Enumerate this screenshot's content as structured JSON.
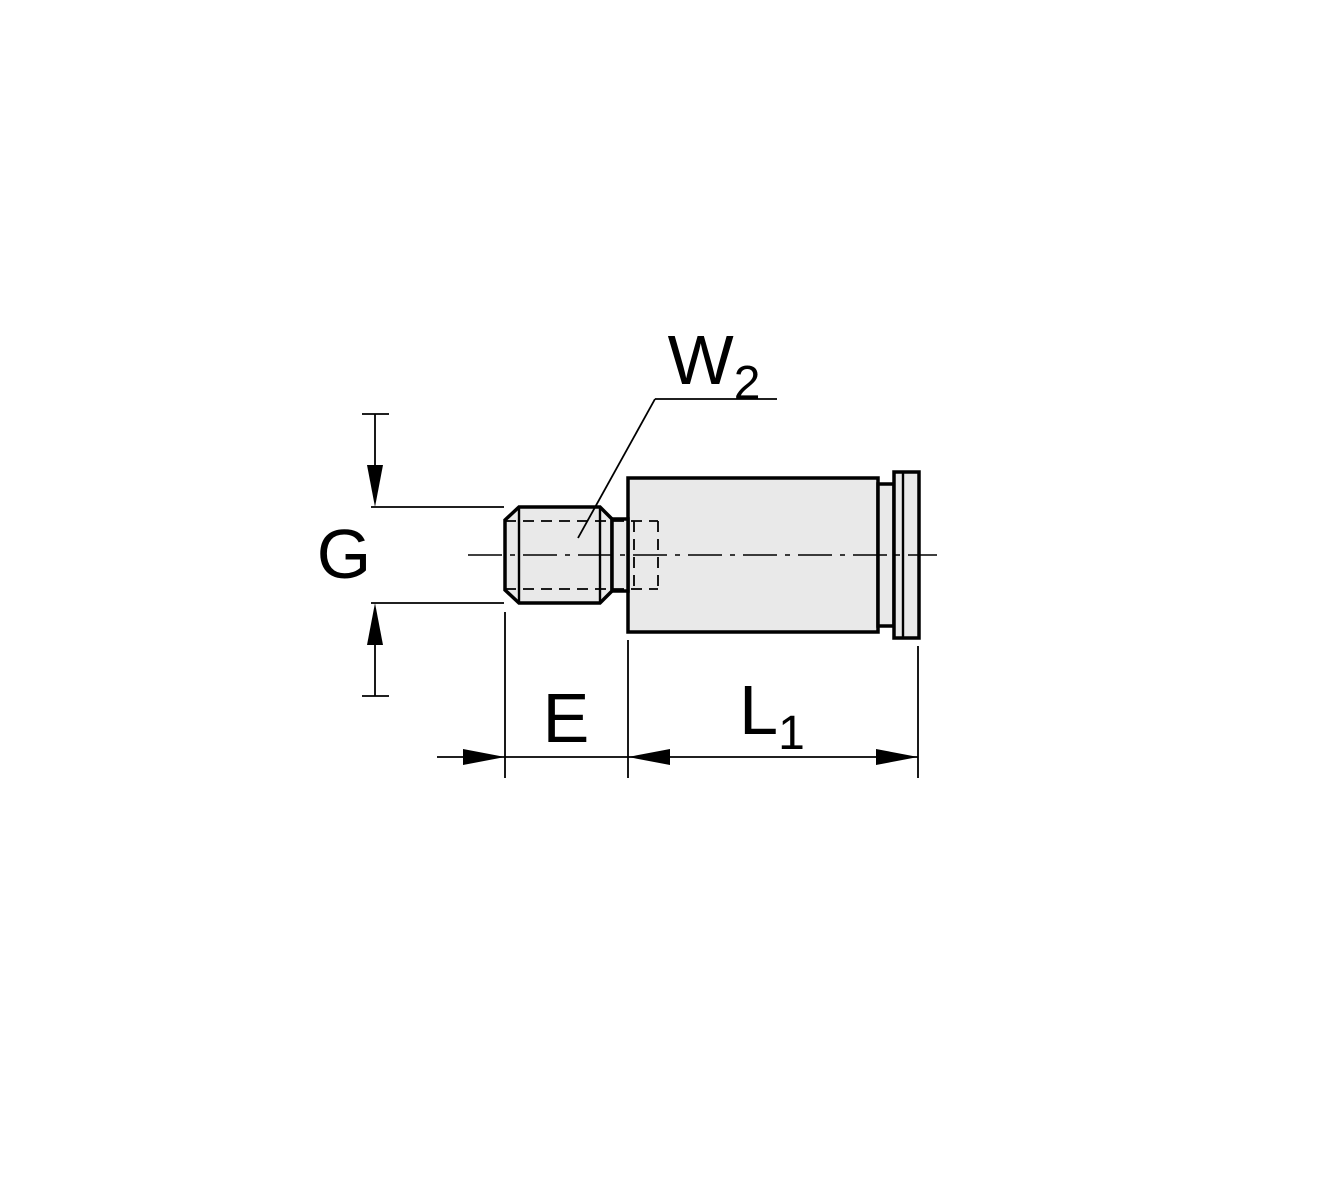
{
  "drawing": {
    "colors": {
      "line": "#000000",
      "metal_fill": "#e9e9e9",
      "background": "#ffffff"
    },
    "labels": {
      "w2": {
        "base": "W",
        "sub": "2"
      },
      "g": {
        "text": "G"
      },
      "e": {
        "text": "E"
      },
      "l1": {
        "base": "L",
        "sub": "1"
      }
    }
  }
}
